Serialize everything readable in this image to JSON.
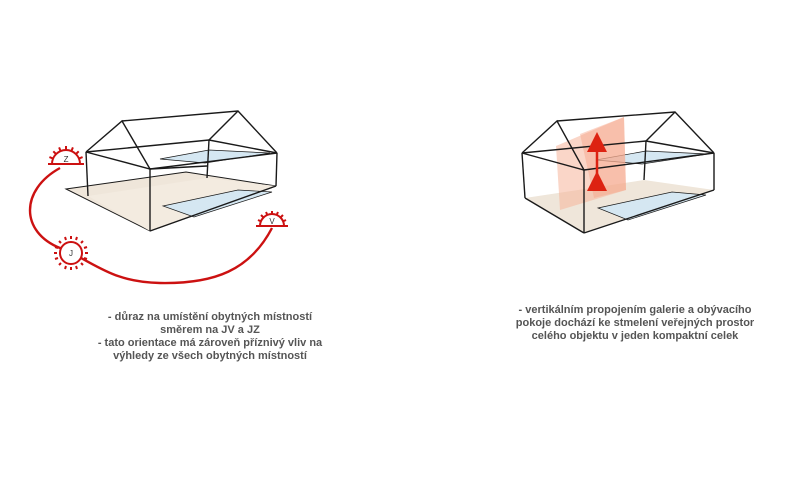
{
  "left_panel": {
    "caption": [
      "- důraz na umístění obytných místností",
      "směrem na JV a JZ",
      "- tato orientace má zároveň příznivý vliv na",
      "výhledy ze všech obytných místností"
    ],
    "sun_labels": {
      "sw": "Z",
      "s": "J",
      "se": "V"
    }
  },
  "right_panel": {
    "caption": [
      "- vertikálním propojením galerie a obývacího",
      "pokoje dochází ke stmelení veřejných prostor",
      "celého objektu v jeden kompaktní celek"
    ]
  },
  "colors": {
    "outline": "#1a1a1a",
    "floor": "#efe6da",
    "glazing": "#d5e7f2",
    "sun_path": "#cc1111",
    "void": "#f6b49a",
    "arrow": "#dd2211"
  }
}
